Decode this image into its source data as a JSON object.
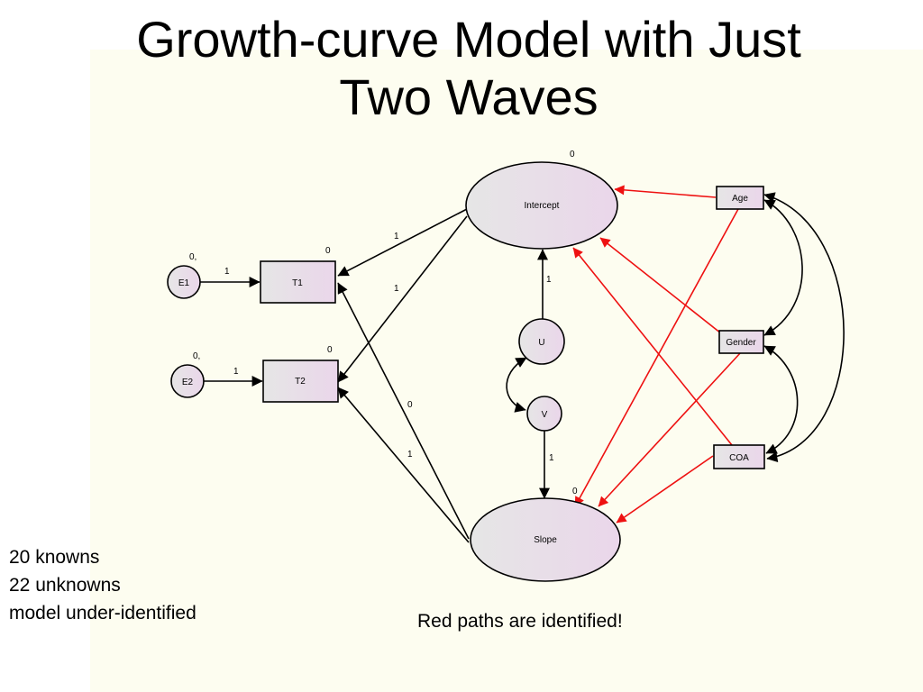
{
  "title": [
    "Growth-curve Model with Just",
    "Two Waves"
  ],
  "notes": {
    "counts": [
      "20 knowns",
      "22 unknowns",
      "model under-identified"
    ],
    "red_paths": "Red paths are identified!"
  },
  "diagram": {
    "latent_factors": [
      {
        "id": "intercept",
        "label": "Intercept",
        "mean_label": "0"
      },
      {
        "id": "slope",
        "label": "Slope",
        "mean_label": "0"
      }
    ],
    "disturbances": [
      {
        "id": "u",
        "label": "U"
      },
      {
        "id": "v",
        "label": "V"
      }
    ],
    "error_terms": [
      {
        "id": "e1",
        "label": "E1",
        "param_label": "0,"
      },
      {
        "id": "e2",
        "label": "E2",
        "param_label": "0,"
      }
    ],
    "observed_indicators": [
      {
        "id": "t1",
        "label": "T1",
        "intercept_label": "0"
      },
      {
        "id": "t2",
        "label": "T2",
        "intercept_label": "0"
      }
    ],
    "covariates": [
      {
        "id": "age",
        "label": "Age"
      },
      {
        "id": "gender",
        "label": "Gender"
      },
      {
        "id": "coa",
        "label": "COA"
      }
    ],
    "loadings": [
      {
        "from": "intercept",
        "to": "t1",
        "label": "1"
      },
      {
        "from": "intercept",
        "to": "t2",
        "label": "1"
      },
      {
        "from": "slope",
        "to": "t1",
        "label": "0"
      },
      {
        "from": "slope",
        "to": "t2",
        "label": "1"
      }
    ],
    "fixed_paths": [
      {
        "from": "e1",
        "to": "t1",
        "label": "1"
      },
      {
        "from": "e2",
        "to": "t2",
        "label": "1"
      },
      {
        "from": "u",
        "to": "intercept",
        "label": "1"
      },
      {
        "from": "v",
        "to": "slope",
        "label": "1"
      }
    ],
    "identified_path_color": "#ee1111",
    "node_fill_colors": [
      "#e6e6e6",
      "#ead6ea"
    ]
  }
}
